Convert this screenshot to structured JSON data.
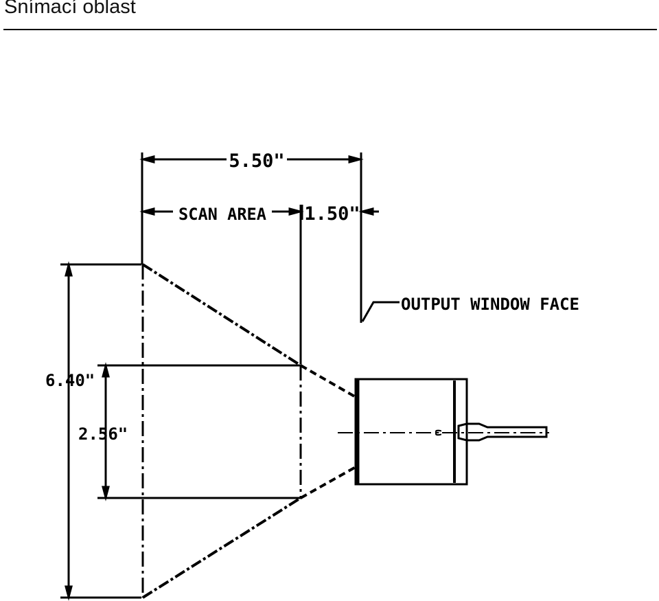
{
  "page": {
    "title": "Snímací oblast"
  },
  "diagram": {
    "dim_total": "5.50\"",
    "dim_scan_area": "SCAN AREA",
    "dim_offset": "1.50\"",
    "dim_height_outer": "6.40\"",
    "dim_height_inner": "2.56\"",
    "callout": "OUTPUT WINDOW FACE",
    "device_mark": "ω"
  }
}
